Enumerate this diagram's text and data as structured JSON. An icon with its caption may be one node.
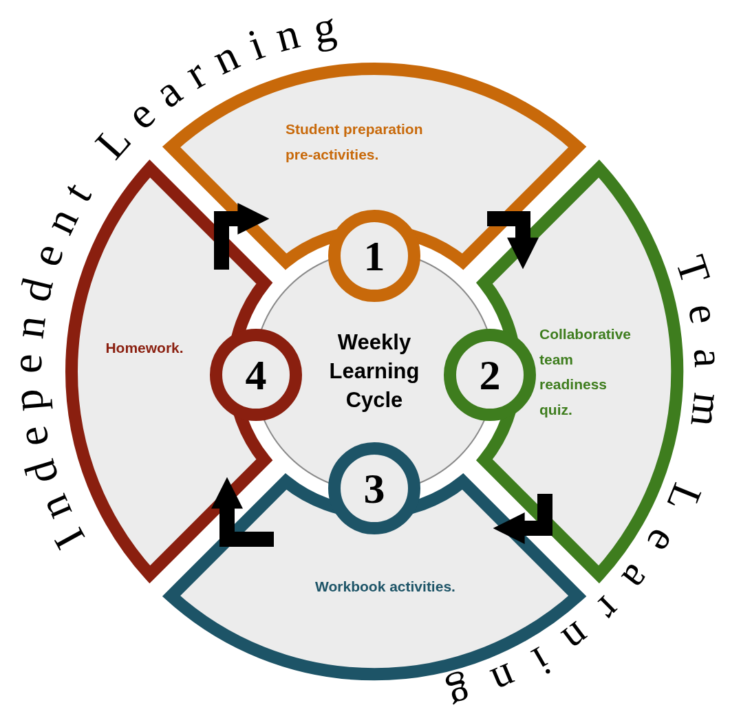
{
  "diagram": {
    "nodes": [
      {
        "text": [
          "Student preparation pre-activities."
        ]
      },
      {
        "text": [
          "Collaborative team readiness quiz."
        ]
      },
      {
        "text": [
          "Workbook activities."
        ]
      },
      {
        "text": [
          "Homework."
        ]
      },
      {
        "text": [
          "Weekly Learning Cycle"
        ]
      },
      {
        "text": [
          "1"
        ]
      },
      {
        "text": [
          "2"
        ]
      },
      {
        "text": [
          "3"
        ]
      },
      {
        "text": [
          "4"
        ]
      }
    ],
    "edges": [
      {
        "from": 3,
        "to": 0,
        "arrow": "to"
      },
      {
        "from": 0,
        "to": 1,
        "arrow": "to"
      },
      {
        "from": 1,
        "to": 2,
        "arrow": "to"
      },
      {
        "from": 2,
        "to": 3,
        "arrow": "to"
      }
    ],
    "labels": [
      "Independent Learning",
      "Team Learning"
    ]
  }
}
